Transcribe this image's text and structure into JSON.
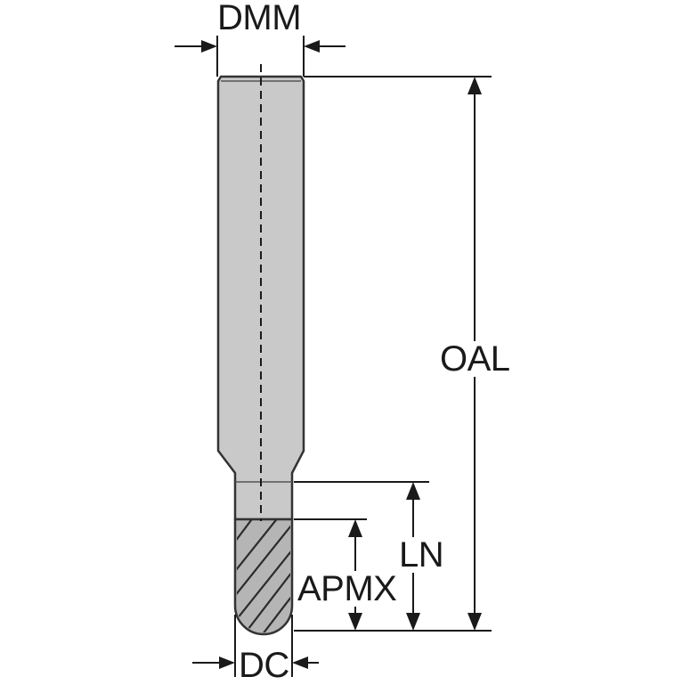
{
  "labels": {
    "dmm": "DMM",
    "oal": "OAL",
    "ln": "LN",
    "apmx": "APMX",
    "dc": "DC"
  },
  "colors": {
    "shank_fill": "#c9c9c9",
    "outline": "#333333",
    "dimension_line": "#1a1a1a",
    "background": "#ffffff"
  }
}
